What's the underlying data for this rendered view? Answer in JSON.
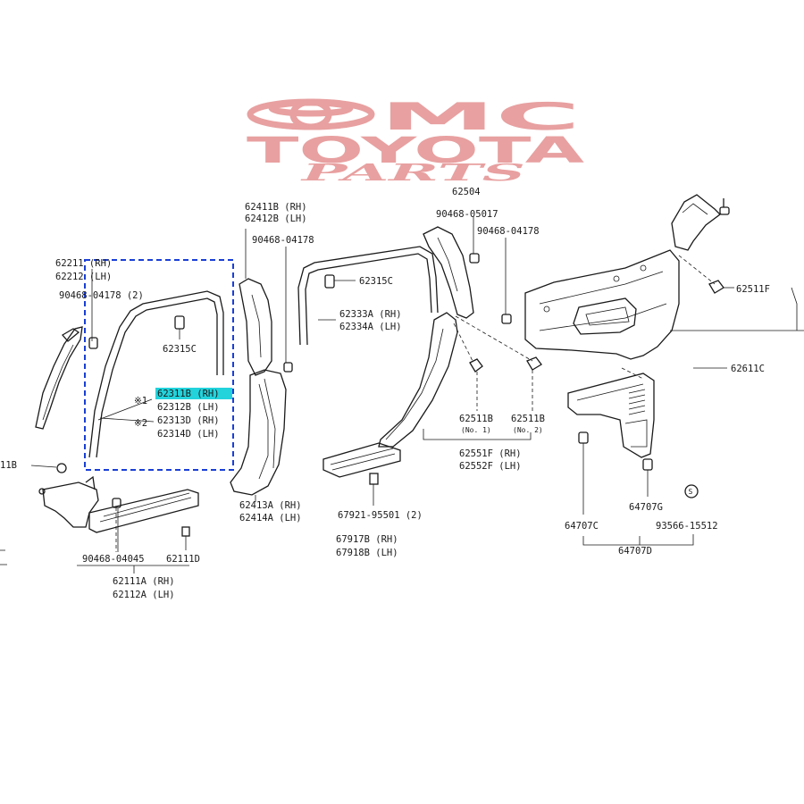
{
  "logo": {
    "line1": "MC",
    "line2": "TOYOTA",
    "line3": "PARTS",
    "color": "#e8a0a0"
  },
  "highlight": {
    "box_color": "#1a3fd6",
    "label_bg": "#22d3dc"
  },
  "labels": {
    "p62211": "62211 (RH)",
    "p62212": "62212 (LH)",
    "p90468_04178_2": "90468-04178 (2)",
    "p62315c_a": "62315C",
    "mark1": "※1",
    "mark2": "※2",
    "p62311b": "62311B (RH)",
    "p62312b": "62312B (LH)",
    "p62313d": "62313D (RH)",
    "p62314d": "62314D (LH)",
    "p11b": "11B",
    "p90468_04045": "90468-04045",
    "p62111d": "62111D",
    "p62111a": "62111A (RH)",
    "p62112a": "62112A (LH)",
    "p62411b": "62411B (RH)",
    "p62412b": "62412B (LH)",
    "p90468_04178_mid": "90468-04178",
    "p62413a": "62413A (RH)",
    "p62414a": "62414A (LH)",
    "p62315c_b": "62315C",
    "p62333a": "62333A (RH)",
    "p62334a": "62334A (LH)",
    "p67921": "67921-95501 (2)",
    "p67917b": "67917B (RH)",
    "p67918b": "67918B (LH)",
    "p62504": "62504",
    "p90468_05017": "90468-05017",
    "p90468_04178_right": "90468-04178",
    "p62511b_1": "62511B",
    "p62511b_1_note": "(No. 1)",
    "p62511b_2": "62511B",
    "p62511b_2_note": "(No. 2)",
    "p62551f": "62551F (RH)",
    "p62552f": "62552F (LH)",
    "p62511f": "62511F",
    "p62611c": "62611C",
    "p64707g": "64707G",
    "p64707c": "64707C",
    "p93566": "93566-15512",
    "p64707d": "64707D",
    "s_mark": "S"
  }
}
